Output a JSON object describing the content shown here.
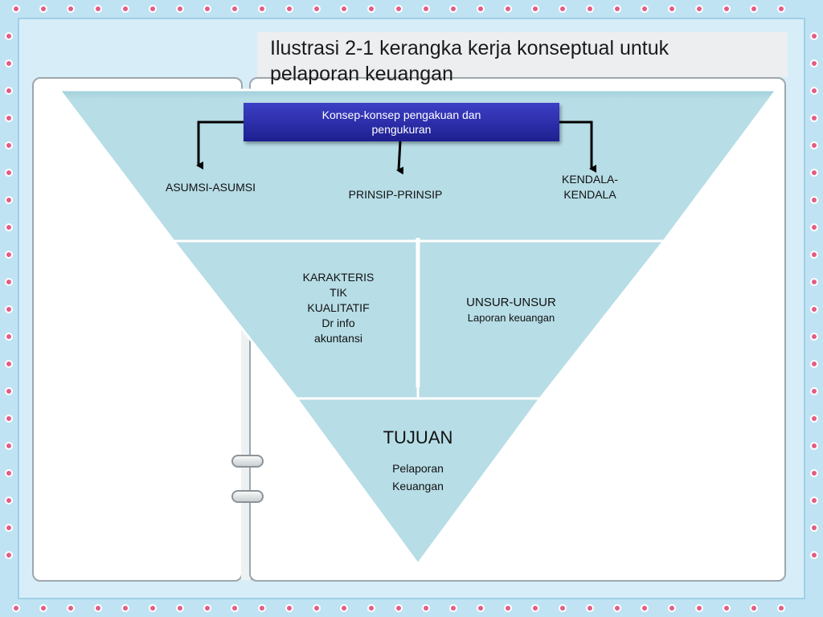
{
  "title": "Ilustrasi 2-1 kerangka kerja konseptual untuk pelaporan keuangan",
  "concept_box": "Konsep-konsep pengakuan dan pengukuran",
  "top_labels": {
    "asumsi": "ASUMSI-ASUMSI",
    "prinsip": "PRINSIP-PRINSIP",
    "kendala": "KENDALA-KENDALA"
  },
  "middle_labels": {
    "karakteristik_lines": [
      "KARAKTERIS",
      "TIK",
      "KUALITATIF",
      "Dr info",
      "akuntansi"
    ],
    "unsur_title": "UNSUR-UNSUR",
    "unsur_sub": "Laporan keuangan"
  },
  "bottom": {
    "title": "TUJUAN",
    "sub_lines": [
      "Pelaporan",
      "Keuangan"
    ]
  },
  "colors": {
    "triangle_fill": "#b7dde6",
    "concept_box": "#2a2cab",
    "divider": "#ffffff",
    "frame_dot": "#e25d86"
  }
}
